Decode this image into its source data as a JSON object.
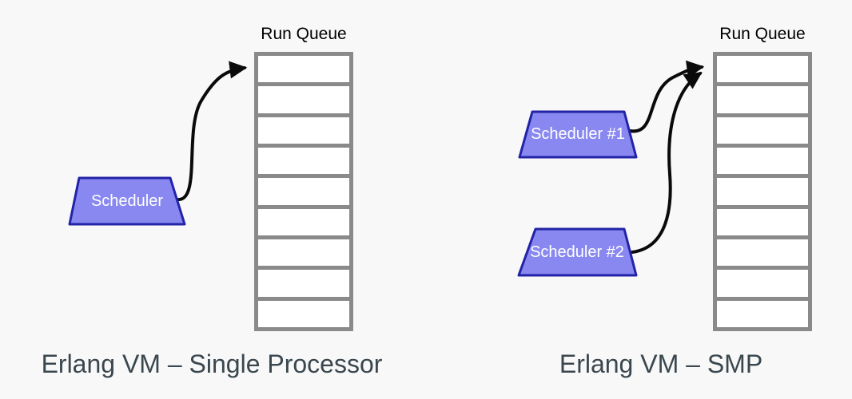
{
  "colors": {
    "bg": "#f8f8f8",
    "trapezoid_fill": "#8888f0",
    "trapezoid_border": "#2323a8",
    "trapezoid_text": "#ffffff",
    "queue_border": "#8a8a8a",
    "queue_cell_fill": "#ffffff",
    "arrow": "#0a0a0a",
    "label": "#000000",
    "caption": "#3a474e"
  },
  "diagrams": [
    {
      "id": "single-processor",
      "queue_label": "Run Queue",
      "queue_cells": 9,
      "schedulers": [
        {
          "label": "Scheduler"
        }
      ],
      "caption": "Erlang VM – Single Processor"
    },
    {
      "id": "smp",
      "queue_label": "Run Queue",
      "queue_cells": 9,
      "schedulers": [
        {
          "label": "Scheduler #1"
        },
        {
          "label": "Scheduler #2"
        }
      ],
      "caption": "Erlang VM – SMP"
    }
  ]
}
